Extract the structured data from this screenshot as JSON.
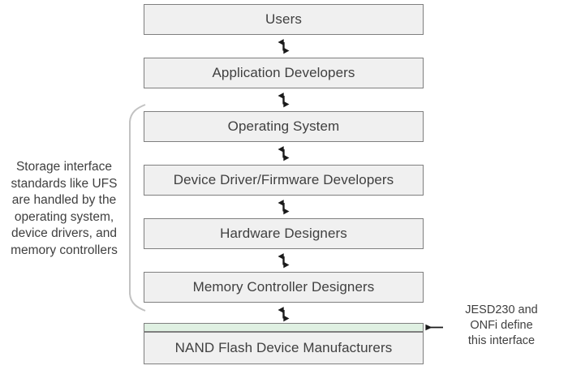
{
  "diagram": {
    "title": "NAND Flash ecosystem stakeholder stack",
    "colors": {
      "box_fill": "#f0f0f0",
      "box_border": "#7f7f7f",
      "interface_strip_fill": "#dff0e2",
      "text": "#404040",
      "bracket": "#bfbfbf",
      "arrow": "#1a1a1a",
      "background": "#ffffff"
    },
    "stack": [
      {
        "id": "users",
        "label": "Users"
      },
      {
        "id": "application-developers",
        "label": "Application Developers"
      },
      {
        "id": "operating-system",
        "label": "Operating System"
      },
      {
        "id": "device-driver-firmware-developers",
        "label": "Device Driver/Firmware Developers"
      },
      {
        "id": "hardware-designers",
        "label": "Hardware Designers"
      },
      {
        "id": "memory-controller-designers",
        "label": "Memory Controller Designers"
      },
      {
        "id": "nand-flash-device-manufacturers",
        "label": "NAND Flash Device Manufacturers"
      }
    ],
    "connectors": {
      "count": 6,
      "style": "double-headed-vertical-arrow"
    },
    "interface_strip": {
      "id": "nand-interface-strip",
      "label": ""
    },
    "left_note": {
      "lines": [
        "Storage interface",
        "standards like UFS",
        "are handled by the",
        "operating system,",
        "device drivers, and",
        "memory controllers"
      ],
      "bracket_covers": [
        "Operating System",
        "Device Driver/Firmware Developers",
        "Hardware Designers",
        "Memory Controller Designers"
      ]
    },
    "right_note": {
      "lines": [
        "JESD230 and",
        "ONFi define",
        "this interface"
      ],
      "arrow_direction": "left",
      "points_to": "nand-interface-strip"
    }
  }
}
